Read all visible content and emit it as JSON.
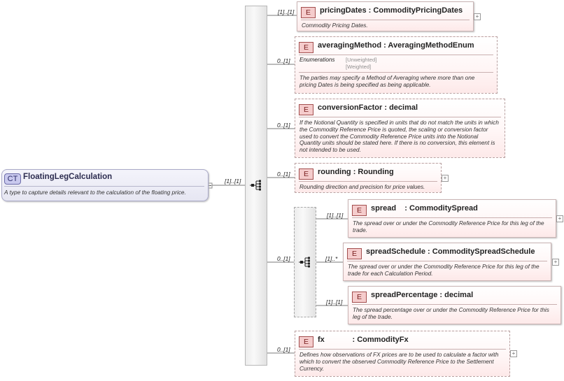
{
  "complex_type": {
    "badge": "CT",
    "name": "FloatingLegCalculation",
    "description": "A type to capture details relevant to the calculation of the floating price.",
    "cardinality": "[1]..[1]"
  },
  "elements": {
    "pricingDates": {
      "badge": "E",
      "title": "pricingDates : CommodityPricingDates",
      "cardinality": "[1]..[1]",
      "description": "Commodity Pricing Dates."
    },
    "averagingMethod": {
      "badge": "E",
      "title": "averagingMethod : AveragingMethodEnum",
      "cardinality": "0..[1]",
      "enum_label": "Enumerations",
      "enum_values": [
        "[Unweighted]",
        "[Weighted]"
      ],
      "description": "The parties may specify a Method of Averaging where more than one pricing Dates is being specified as being applicable."
    },
    "conversionFactor": {
      "badge": "E",
      "title": "conversionFactor : decimal",
      "cardinality": "0..[1]",
      "description": "If the Notional Quantity is specified in units that do not match the units in which the Commodity Reference Price is quoted, the scaling or conversion factor used to convert the Commodity Reference Price units into the Notional Quantity units should be stated here. If there is no conversion, this element is not intended to be used."
    },
    "rounding": {
      "badge": "E",
      "title": "rounding : Rounding",
      "cardinality": "0..[1]",
      "description": "Rounding direction and precision for price values."
    },
    "spread": {
      "badge": "E",
      "title": "spread    : CommoditySpread",
      "cardinality": "[1]..[1]",
      "description": "The spread over or under the Commodity Reference Price for this leg of the trade."
    },
    "spreadSchedule": {
      "badge": "E",
      "title": "spreadSchedule : CommoditySpreadSchedule",
      "cardinality": "[1]..*",
      "description": "The spread over or under the Commodity Reference Price for this leg of the trade for each Calculation Period."
    },
    "spreadPercentage": {
      "badge": "E",
      "title": "spreadPercentage : decimal",
      "cardinality": "[1]..[1]",
      "description": "The spread percentage over or under the Commodity Reference Price for this leg of the trade."
    },
    "fx": {
      "badge": "E",
      "title": "fx             : CommodityFx",
      "cardinality": "0..[1]",
      "description": "Defines how observations of FX prices are to be used to calculate a factor with which to convert the observed Commodity Reference Price to the Settlement Currency."
    }
  },
  "spread_group_cardinality": "0..[1]",
  "icons": [
    "sequence-icon",
    "expand-plus-icon"
  ],
  "plus_glyph": "+"
}
